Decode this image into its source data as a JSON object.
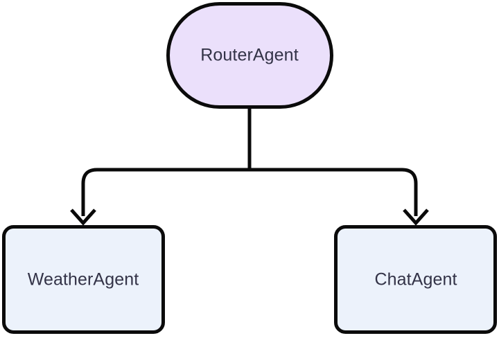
{
  "diagram": {
    "type": "flowchart",
    "orientation": "top-down",
    "background_color": "#ffffff",
    "nodes": [
      {
        "id": "router",
        "label": "RouterAgent",
        "shape": "stadium",
        "fill": "#ebe0fb",
        "stroke": "#0b0b0b",
        "text_color": "#333347"
      },
      {
        "id": "weather",
        "label": "WeatherAgent",
        "shape": "rounded-rect",
        "fill": "#ecf2fb",
        "stroke": "#0b0b0b",
        "text_color": "#333347"
      },
      {
        "id": "chat",
        "label": "ChatAgent",
        "shape": "rounded-rect",
        "fill": "#ecf2fb",
        "stroke": "#0b0b0b",
        "text_color": "#333347"
      }
    ],
    "edges": [
      {
        "id": "router-to-weather",
        "from": "router",
        "to": "weather",
        "label": "",
        "arrow": "end",
        "stroke": "#0a0a0a"
      },
      {
        "id": "router-to-chat",
        "from": "router",
        "to": "chat",
        "label": "",
        "arrow": "end",
        "stroke": "#0a0a0a"
      }
    ]
  }
}
